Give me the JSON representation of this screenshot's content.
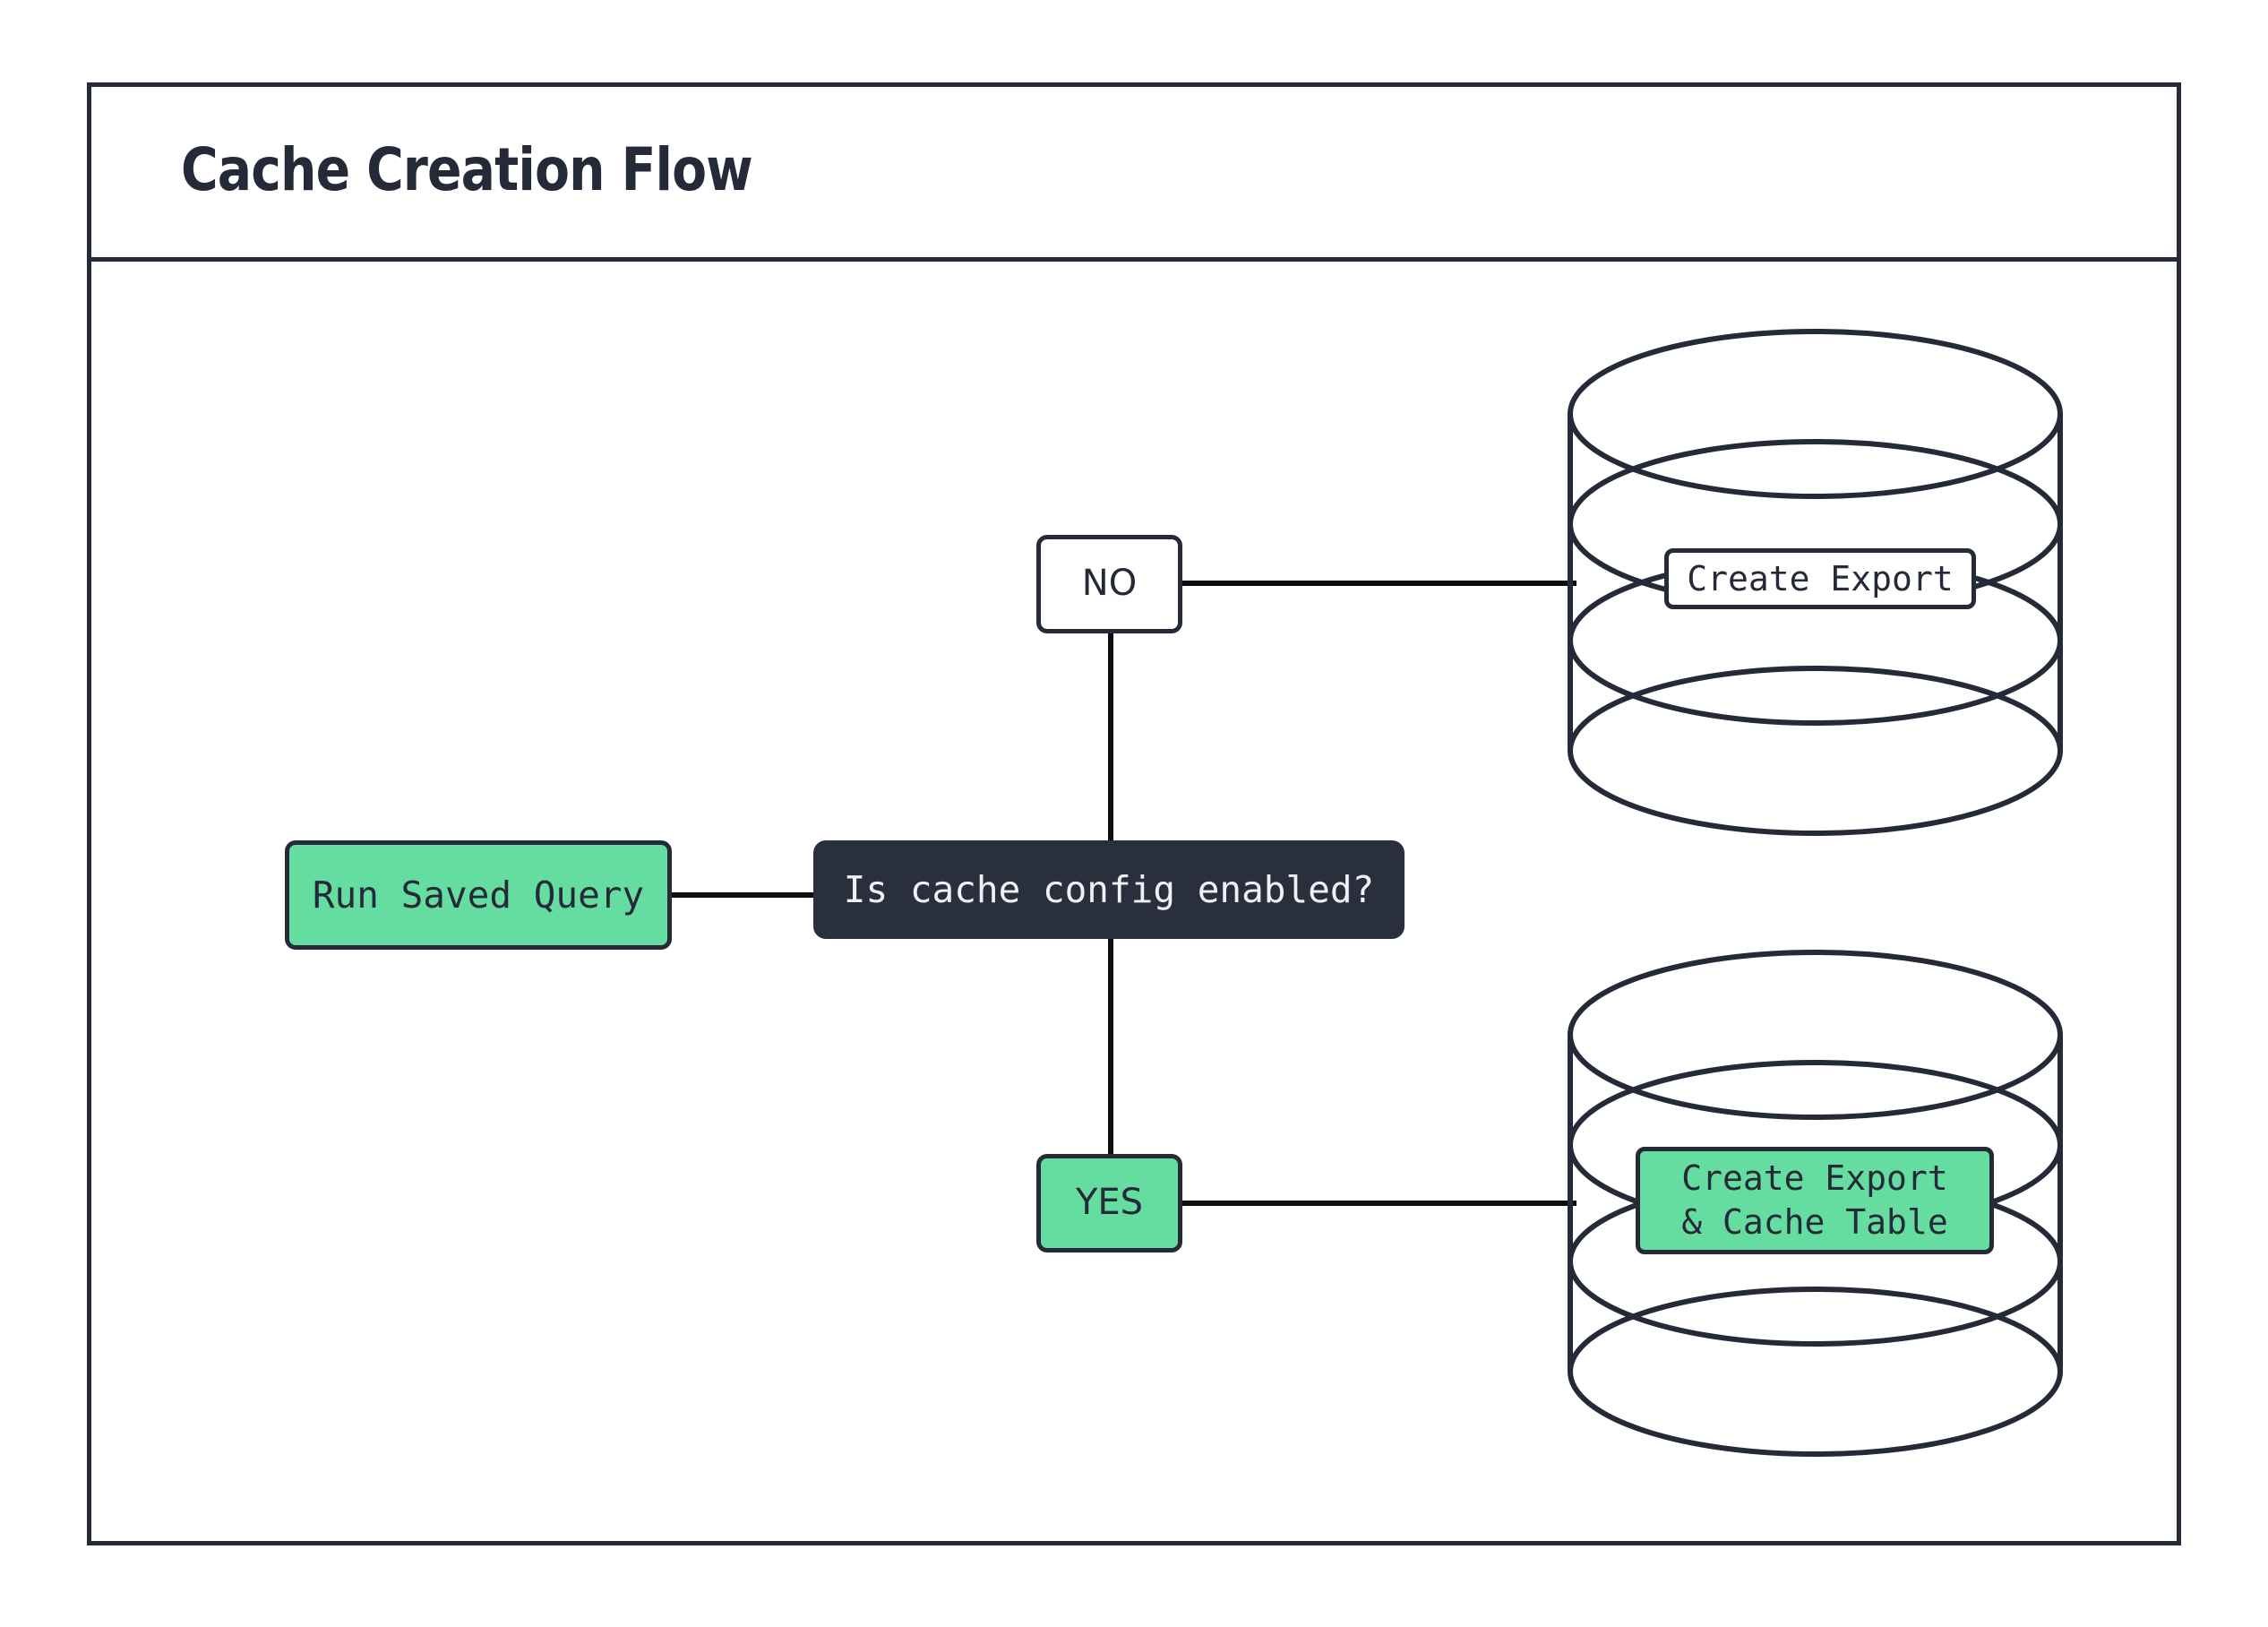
{
  "diagram": {
    "title": "Cache Creation Flow",
    "type": "flowchart",
    "orientation": "left-to-right",
    "colors": {
      "stroke": "#252a39",
      "decision_fill": "#2a2f3e",
      "decision_text": "#eef0f4",
      "accent_green": "#65dda0",
      "background": "#ffffff"
    },
    "nodes": [
      {
        "id": "run-saved-query",
        "label": "Run Saved Query",
        "shape": "rounded-rect",
        "fill": "green",
        "font": "mono"
      },
      {
        "id": "decision",
        "label": "Is cache config enabled?",
        "shape": "rounded-rect",
        "fill": "dark",
        "font": "mono"
      },
      {
        "id": "branch-no",
        "label": "NO",
        "shape": "rounded-rect",
        "fill": "white",
        "font": "sans"
      },
      {
        "id": "branch-yes",
        "label": "YES",
        "shape": "rounded-rect",
        "fill": "green",
        "font": "sans"
      },
      {
        "id": "db-export",
        "label": "Create Export",
        "shape": "database-cylinder",
        "fill": "white",
        "font": "mono"
      },
      {
        "id": "db-export-cache",
        "label": "Create Export\n& Cache Table",
        "label_line_1": "Create Export",
        "label_line_2": "& Cache Table",
        "shape": "database-cylinder",
        "fill": "green",
        "font": "mono"
      }
    ],
    "edges": [
      {
        "from": "run-saved-query",
        "to": "decision",
        "label": ""
      },
      {
        "from": "decision",
        "to": "branch-no",
        "label": ""
      },
      {
        "from": "branch-no",
        "to": "db-export",
        "label": ""
      },
      {
        "from": "decision",
        "to": "branch-yes",
        "label": ""
      },
      {
        "from": "branch-yes",
        "to": "db-export-cache",
        "label": ""
      }
    ]
  }
}
